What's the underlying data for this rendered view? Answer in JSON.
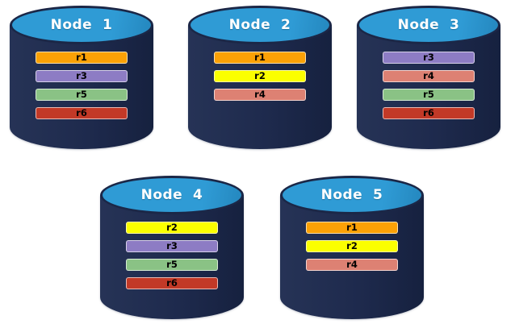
{
  "diagram": {
    "description": "Database replication layout across five nodes",
    "nodes": [
      {
        "label": "Node  1",
        "replicas": [
          "r1",
          "r3",
          "r5",
          "r6"
        ]
      },
      {
        "label": "Node  2",
        "replicas": [
          "r1",
          "r2",
          "r4"
        ]
      },
      {
        "label": "Node  3",
        "replicas": [
          "r3",
          "r4",
          "r5",
          "r6"
        ]
      },
      {
        "label": "Node  4",
        "replicas": [
          "r2",
          "r3",
          "r5",
          "r6"
        ]
      },
      {
        "label": "Node  5",
        "replicas": [
          "r1",
          "r2",
          "r4"
        ]
      }
    ],
    "replica_colors": {
      "r1": "#FBA106",
      "r2": "#FBFF00",
      "r3": "#8D7CC4",
      "r4": "#DD8173",
      "r5": "#8AC285",
      "r6": "#C23927"
    },
    "colors": {
      "cylinder_body": "#1E2A4D",
      "cylinder_top": "#2F9BD5",
      "outline": "#1B2747",
      "background": "#FFFFFF",
      "bar_text": "#000000",
      "title_text": "#FFFFFF"
    }
  }
}
